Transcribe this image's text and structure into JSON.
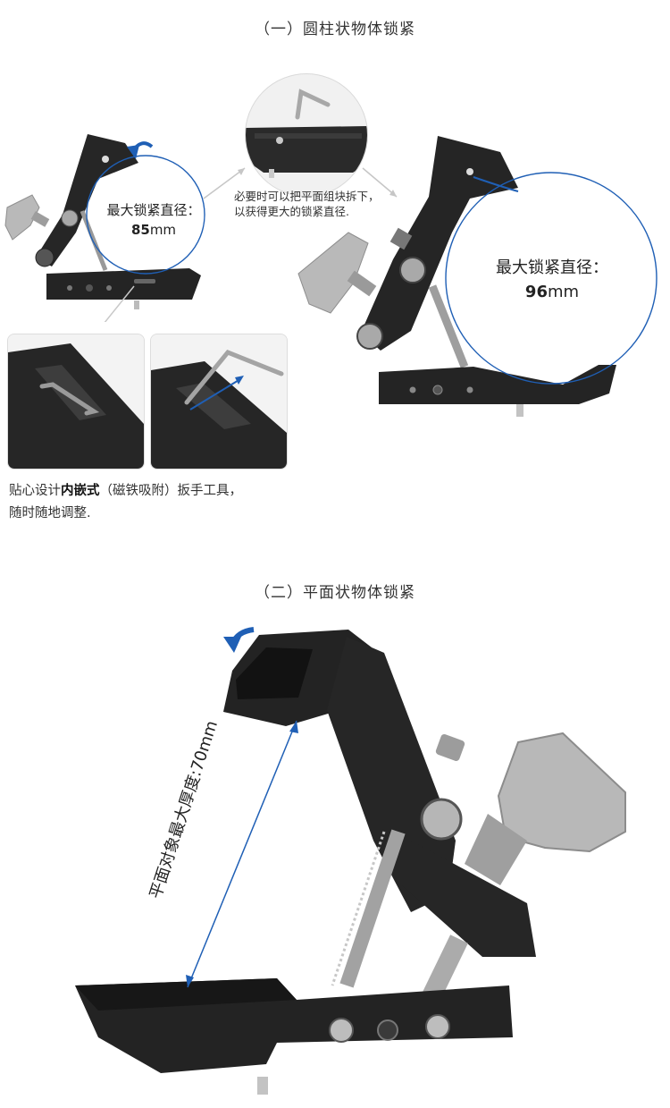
{
  "section1": {
    "title": "（一）圆柱状物体锁紧",
    "small_clamp": {
      "label": "最大锁紧直径：",
      "value": "85",
      "unit": "mm"
    },
    "note_lines": [
      "必要时可以把平面组块拆下，",
      "以获得更大的锁紧直径."
    ],
    "large_clamp": {
      "label": "最大锁紧直径：",
      "value": "96",
      "unit": "mm"
    },
    "caption": {
      "part1": "贴心设计",
      "bold": "内嵌式",
      "part2": "（磁铁吸附）扳手工具，",
      "line2": "随时随地调整."
    }
  },
  "section2": {
    "title": "（二）平面状物体锁紧",
    "thickness_label": "平面对象最大厚度:70mm"
  },
  "colors": {
    "accent_blue": "#1f5fb5",
    "clamp_black": "#232323",
    "knob_silver": "#b8b8b8"
  }
}
